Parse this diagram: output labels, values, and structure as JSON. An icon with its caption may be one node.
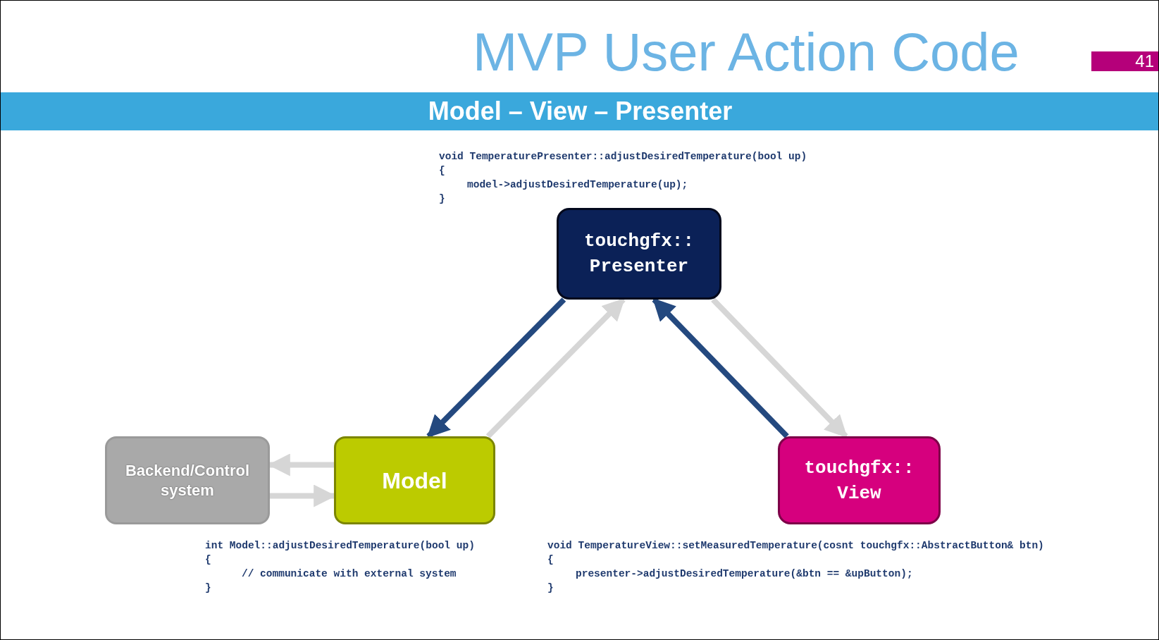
{
  "diagram": {
    "title": "MVP User Action Code",
    "nodes": [
      {
        "text": [
          "touchgfx:: Presenter"
        ]
      },
      {
        "text": [
          "Backend/Control system"
        ]
      },
      {
        "text": [
          "Model"
        ]
      },
      {
        "text": [
          "touchgfx:: View"
        ]
      }
    ],
    "edges": [
      {
        "from": 0,
        "to": 2,
        "arrow": "to",
        "color": "#24497f"
      },
      {
        "from": 2,
        "to": 0,
        "arrow": "to"
      },
      {
        "from": 3,
        "to": 0,
        "arrow": "to",
        "color": "#24497f"
      },
      {
        "from": 0,
        "to": 3,
        "arrow": "to"
      },
      {
        "from": 2,
        "to": 1,
        "arrow": "to"
      },
      {
        "from": 1,
        "to": 2,
        "arrow": "to"
      }
    ],
    "labels": [
      "Model – View – Presenter",
      "41",
      "void TemperaturePresenter::adjustDesiredTemperature(bool up)",
      "{",
      "model->adjustDesiredTemperature(up);",
      "}",
      "int Model::adjustDesiredTemperature(bool up)",
      "{",
      "// communicate with external system",
      "}",
      "void TemperatureView::setMeasuredTemperature(cosnt touchgfx::AbstractButton& btn)",
      "{",
      "presenter->adjustDesiredTemperature(&btn == &upButton);",
      "}"
    ]
  }
}
